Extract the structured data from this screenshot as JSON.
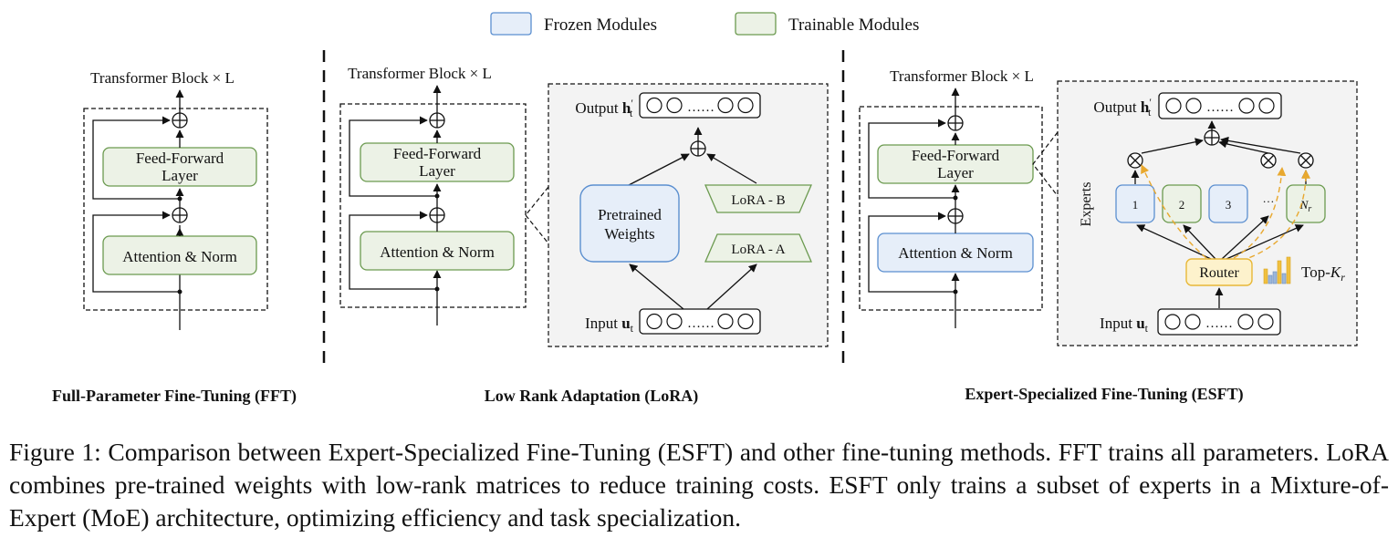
{
  "legend": {
    "frozen": "Frozen Modules",
    "trainable": "Trainable Modules"
  },
  "colors": {
    "frozen_fill": "#e6eef9",
    "frozen_stroke": "#5b8fd0",
    "trainable_fill": "#ecf2e6",
    "trainable_stroke": "#6b9a4f",
    "router_fill": "#fdf2cc",
    "router_stroke": "#e8b838",
    "routing_arrow": "#e8a82e",
    "panel_fill": "#f3f3f3"
  },
  "panels": {
    "fft": {
      "block_label": "Transformer Block × L",
      "ffn_line1": "Feed-Forward",
      "ffn_line2": "Layer",
      "attn": "Attention & Norm",
      "title": "Full-Parameter Fine-Tuning (FFT)"
    },
    "lora": {
      "block_label": "Transformer Block × L",
      "ffn_line1": "Feed-Forward",
      "ffn_line2": "Layer",
      "attn": "Attention & Norm",
      "title": "Low Rank Adaptation (LoRA)",
      "zoom": {
        "output_label": "Output h′t",
        "input_label": "Input ut",
        "dots": "……",
        "pretrained_line1": "Pretrained",
        "pretrained_line2": "Weights",
        "lora_b": "LoRA - B",
        "lora_a": "LoRA - A"
      }
    },
    "esft": {
      "block_label": "Transformer Block × L",
      "ffn_line1": "Feed-Forward",
      "ffn_line2": "Layer",
      "attn": "Attention & Norm",
      "title": "Expert-Specialized Fine-Tuning (ESFT)",
      "zoom": {
        "output_label": "Output h′t",
        "input_label": "Input ut",
        "dots": "……",
        "experts_label": "Experts",
        "expert_1": "1",
        "expert_2": "2",
        "expert_3": "3",
        "expert_dots": "…",
        "expert_n": "Nr",
        "router": "Router",
        "topk": "Top-Kr"
      }
    }
  },
  "caption": "Figure 1: Comparison between Expert-Specialized Fine-Tuning (ESFT) and other fine-tuning methods. FFT trains all parameters. LoRA combines pre-trained weights with low-rank matrices to reduce training costs. ESFT only trains a subset of experts in a Mixture-of-Expert (MoE) architecture, optimizing efficiency and task specialization."
}
